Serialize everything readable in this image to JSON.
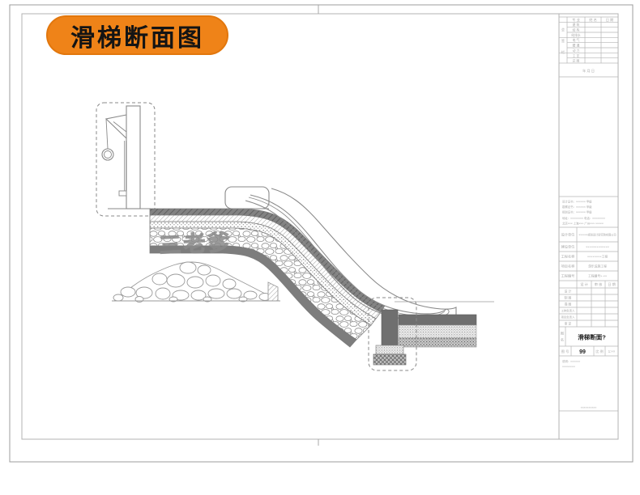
{
  "banner": {
    "title": "滑梯断面图",
    "bg": "#ef8318"
  },
  "watermark": {
    "text": "三老爹"
  },
  "title_block": {
    "signoff": {
      "side_chars": [
        "会",
        "签",
        "栏"
      ],
      "header": [
        "专 业",
        "姓 名",
        "日 期"
      ],
      "rows": [
        "建 筑",
        "结 构",
        "给排水",
        "电 气",
        "暖 通",
        "动 力",
        "工 艺",
        "总 图"
      ],
      "footer": "年   月   日"
    },
    "certs": [
      "设计证书：×××××× 甲级",
      "勘察证书：×××××× 甲级",
      "规划证书：×××××× 甲级",
      "地址：××××××××  电话：××××××××",
      "北京×××   上海×××   广州×××   ×××××"
    ],
    "fields": [
      {
        "label": "设计单位",
        "value": "××××××规划设计研究院有限公司"
      },
      {
        "label": "建设单位",
        "value": "×××××××××××××"
      },
      {
        "label": "工程名称",
        "value": "××××××××工程"
      },
      {
        "label": "项目名称",
        "value": "游乐设施工程"
      },
      {
        "label": "工程编号",
        "value": "工程编号×-××"
      }
    ],
    "sign_header": [
      "设 计",
      "审 核",
      "日 期"
    ],
    "sign_rows": [
      "设 计",
      "制 图",
      "描 图",
      "工种负责人",
      "项目负责人",
      "审 定"
    ],
    "drawing_name_label": [
      "图",
      "名"
    ],
    "drawing_name": "滑梯断面?",
    "sheet_label": "图 号",
    "sheet_no": "99",
    "scale_label": "比 例",
    "scale_value": "1:××",
    "notes": [
      "说明：××××××",
      "××××××××"
    ],
    "footer_note": "××××××××××"
  }
}
